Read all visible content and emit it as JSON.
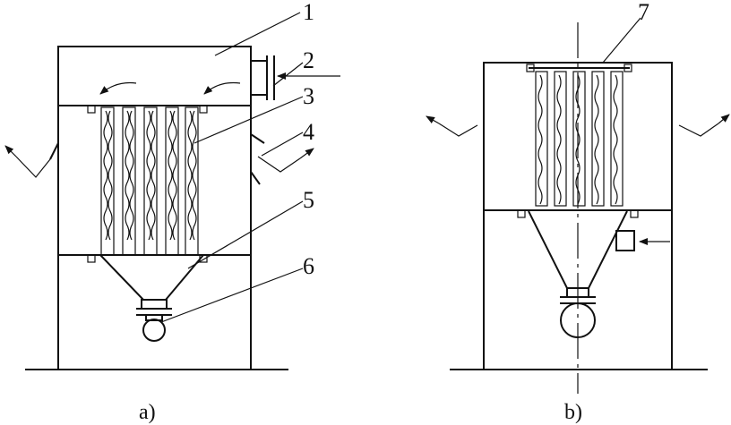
{
  "diagram_a": {
    "caption": "a)",
    "labels": [
      "1",
      "2",
      "3",
      "4",
      "5",
      "6"
    ]
  },
  "diagram_b": {
    "caption": "b)",
    "labels": [
      "7"
    ]
  }
}
